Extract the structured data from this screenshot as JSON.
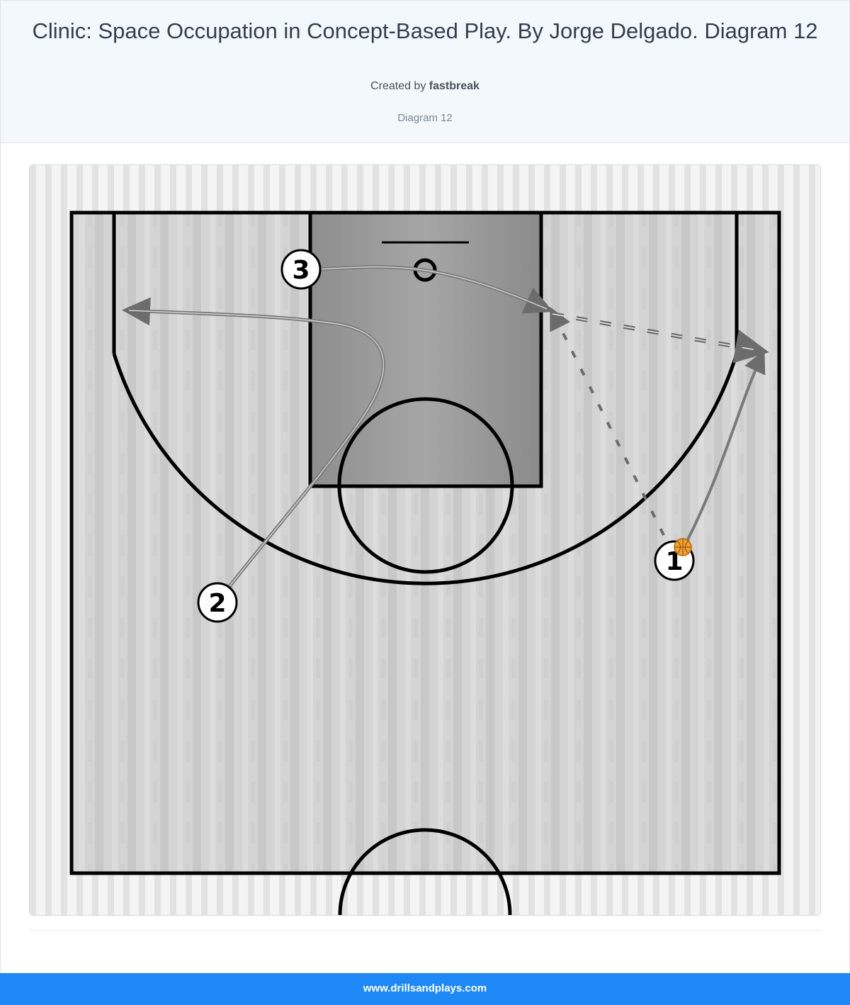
{
  "header": {
    "title": "Clinic: Space Occupation in Concept-Based Play. By Jorge Delgado. Diagram 12",
    "created_prefix": "Created by",
    "author": "fastbreak",
    "subtitle": "Diagram 12"
  },
  "diagram": {
    "players": [
      {
        "id": "player-1",
        "label": "1",
        "has_ball": true
      },
      {
        "id": "player-2",
        "label": "2",
        "has_ball": false
      },
      {
        "id": "player-3",
        "label": "3",
        "has_ball": false
      }
    ],
    "colors": {
      "court": "#d2d2d2",
      "paint": "#9c9c9c",
      "lines": "#000000",
      "movement": "#7a7a7a",
      "ball": "#f0a030"
    }
  },
  "footer": {
    "url": "www.drillsandplays.com"
  }
}
